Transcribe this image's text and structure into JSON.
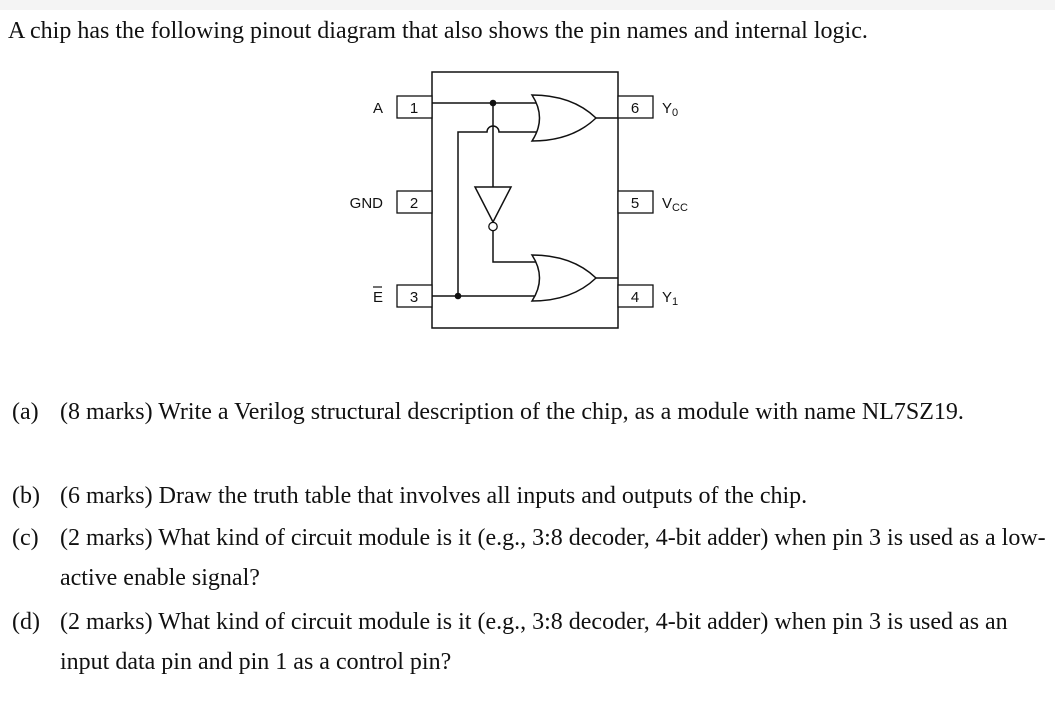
{
  "intro": "A chip has the following pinout diagram that also shows the pin names and internal logic.",
  "diagram": {
    "pins": [
      {
        "number": "1",
        "name": "A",
        "side": "left"
      },
      {
        "number": "2",
        "name": "GND",
        "side": "left"
      },
      {
        "number": "3",
        "name": "E",
        "name_overbar": true,
        "side": "left"
      },
      {
        "number": "6",
        "name": "Y",
        "name_subscript": "0",
        "side": "right"
      },
      {
        "number": "5",
        "name": "V",
        "name_subscript": "CC",
        "side": "right"
      },
      {
        "number": "4",
        "name": "Y",
        "name_subscript": "1",
        "side": "right"
      }
    ],
    "gates": [
      "or-gate",
      "or-gate",
      "inverter"
    ]
  },
  "questions": [
    {
      "label": "(a)",
      "text": "(8 marks) Write a Verilog structural description of the chip, as a module with name NL7SZ19."
    },
    {
      "label": "(b)",
      "text": "(6 marks) Draw the truth table that involves all inputs and outputs of the chip."
    },
    {
      "label": "(c)",
      "text": "(2 marks) What kind of circuit module is it (e.g., 3:8 decoder, 4-bit adder) when pin 3 is used as a low-active enable signal?"
    },
    {
      "label": "(d)",
      "text": "(2 marks) What kind of circuit module is it (e.g., 3:8 decoder, 4-bit adder) when pin 3 is used as an input data pin and pin 1 as a control pin?"
    }
  ]
}
